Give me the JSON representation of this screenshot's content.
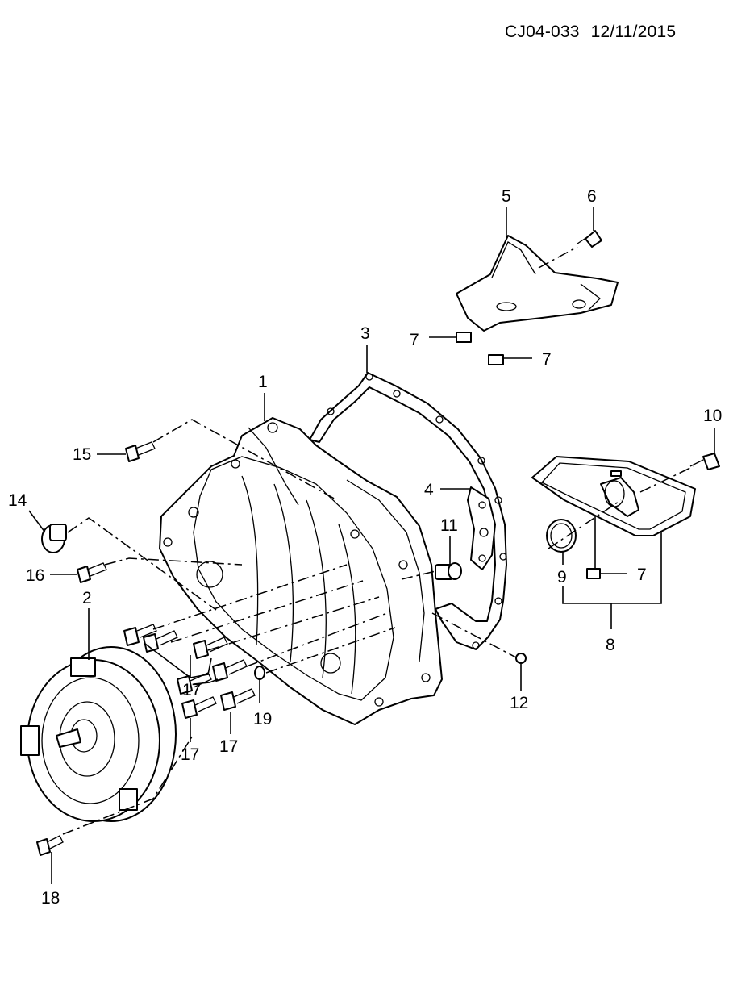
{
  "header": {
    "diagram_code": "CJ04-033",
    "date": "12/11/2015"
  },
  "callouts": {
    "c1": "1",
    "c2": "2",
    "c3": "3",
    "c4": "4",
    "c5": "5",
    "c6": "6",
    "c7a": "7",
    "c7b": "7",
    "c7c": "7",
    "c8": "8",
    "c9": "9",
    "c10": "10",
    "c11": "11",
    "c12": "12",
    "c14": "14",
    "c15": "15",
    "c16": "16",
    "c17a": "17",
    "c17b": "17",
    "c17c": "17",
    "c18": "18",
    "c19": "19"
  }
}
